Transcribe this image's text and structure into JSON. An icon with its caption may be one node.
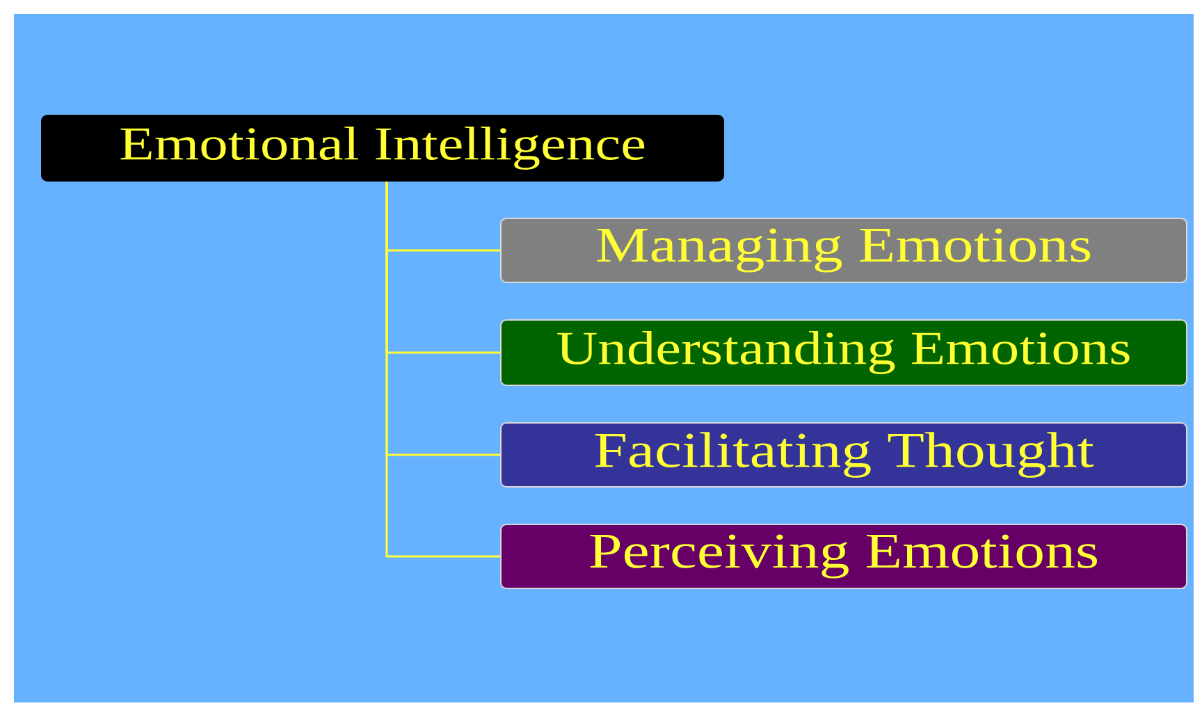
{
  "diagram": {
    "nodes": [
      {
        "text": [
          "Emotional Intelligence"
        ]
      },
      {
        "text": [
          "Managing Emotions"
        ]
      },
      {
        "text": [
          "Understanding Emotions"
        ]
      },
      {
        "text": [
          "Facilitating Thought"
        ]
      },
      {
        "text": [
          "Perceiving Emotions"
        ]
      }
    ],
    "edges": [
      {
        "from": 0,
        "to": 1,
        "arrow": "none"
      },
      {
        "from": 0,
        "to": 2,
        "arrow": "none"
      },
      {
        "from": 0,
        "to": 3,
        "arrow": "none"
      },
      {
        "from": 0,
        "to": 4,
        "arrow": "none"
      }
    ]
  }
}
